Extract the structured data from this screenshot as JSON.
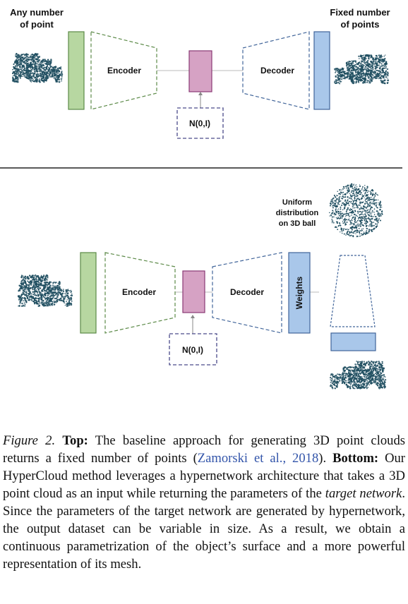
{
  "colors": {
    "encoder_block": "#b7d7a1",
    "encoder_border": "#5c8a48",
    "latent_block": "#d6a2c4",
    "latent_border": "#8a3a74",
    "decoder_block": "#a9c7ea",
    "decoder_border": "#41659a",
    "point_cloud": "#1f4e60",
    "caption_link": "#3355aa"
  },
  "top_diagram": {
    "input_label_line1": "Any number",
    "input_label_line2": "of point",
    "output_label_line1": "Fixed number",
    "output_label_line2": "of points",
    "encoder_label": "Encoder",
    "decoder_label": "Decoder",
    "noise_label": "N(0,I)"
  },
  "bottom_diagram": {
    "uniform_label_line1": "Uniform",
    "uniform_label_line2": "distribution",
    "uniform_label_line3": "on 3D ball",
    "encoder_label": "Encoder",
    "decoder_label": "Decoder",
    "weights_label": "Weights",
    "noise_label": "N(0,I)"
  },
  "caption": {
    "figure_label": "Figure 2.",
    "top_label": "Top:",
    "top_text_1": " The baseline approach for generating 3D point clouds returns a fixed number of points (",
    "citation": "Zamorski et al., 2018",
    "top_text_2": ").",
    "bottom_label": "Bottom:",
    "bottom_text_1": " Our HyperCloud method leverages a hypernetwork architecture that takes a 3D point cloud as an input while returning the parameters of the ",
    "target_network": "target network",
    "bottom_text_2": ". Since the parameters of the target network are generated by hypernetwork, the output dataset can be variable in size. As a result, we obtain a continuous parametrization of the object’s surface and a more powerful representation of its mesh."
  }
}
